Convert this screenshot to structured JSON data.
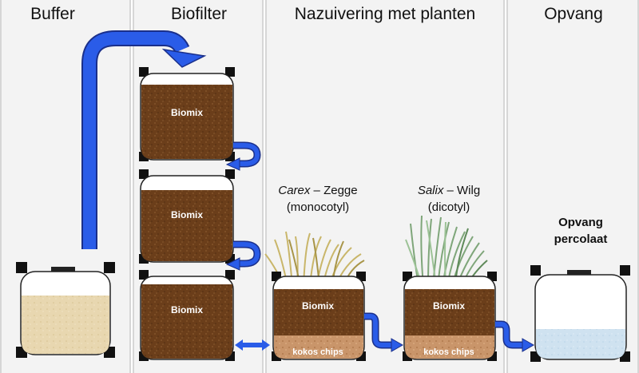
{
  "columns": {
    "buffer": "Buffer",
    "biofilter": "Biofilter",
    "nazuivering": "Nazuivering met planten",
    "opvang": "Opvang"
  },
  "plants": {
    "carex": {
      "latin": "Carex",
      "dash": " – ",
      "name": "Zegge",
      "type": "(monocotyl)"
    },
    "salix": {
      "latin": "Salix",
      "dash": " – ",
      "name": "Wilg",
      "type": "(dicotyl)"
    }
  },
  "opvang_label": {
    "line1": "Opvang",
    "line2": "percolaat"
  },
  "labels": {
    "biomix": "Biomix",
    "kokos": "kokos chips"
  },
  "colors": {
    "soil": "#6b3e1a",
    "chips": "#c9956a",
    "arrow": "#2a5ce8",
    "sand": "#e8d7b0",
    "water": "#cfe2f0",
    "carex": "#c9b66a",
    "salix": "#7fa67a"
  }
}
